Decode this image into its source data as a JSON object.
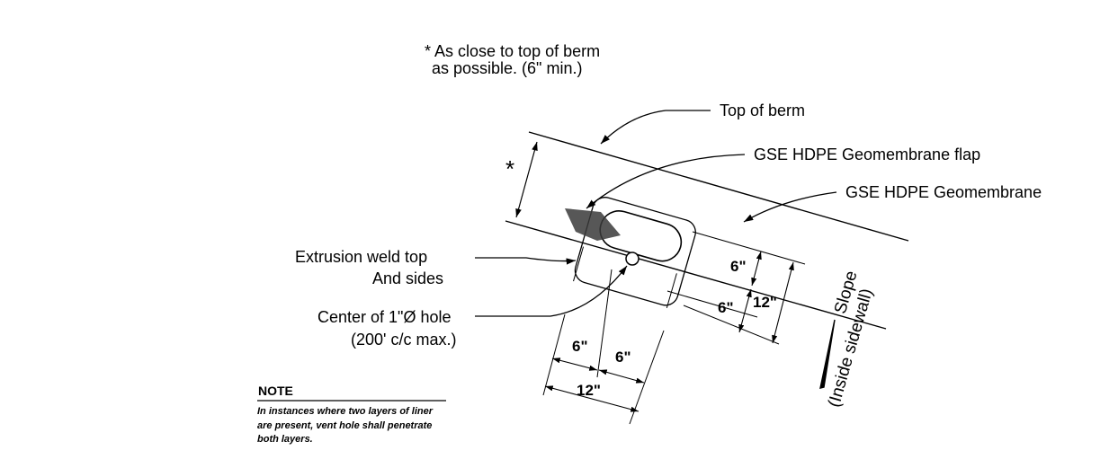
{
  "diagram": {
    "top_note": {
      "line1": "* As close to top of berm",
      "line2": "as possible. (6\" min.)"
    },
    "labels": {
      "top_of_berm": "Top of berm",
      "flap": "GSE HDPE Geomembrane flap",
      "geomembrane": "GSE HDPE Geomembrane",
      "extrusion_line1": "Extrusion weld top",
      "extrusion_line2": "And sides",
      "center_line1": "Center of 1\"Ø hole",
      "center_line2": "(200' c/c max.)",
      "asterisk": "*",
      "slope": "Slope",
      "inside_sidewall": "(Inside sidewall)"
    },
    "dimensions": {
      "right_upper_6": "6\"",
      "right_lower_6": "6\"",
      "right_12": "12\"",
      "bottom_left_6": "6\"",
      "bottom_right_6": "6\"",
      "bottom_12": "12\""
    },
    "note": {
      "title": "NOTE",
      "body": "In instances where two layers of liner are present, vent hole shall penetrate both layers."
    },
    "colors": {
      "ink": "#000000",
      "paper": "#ffffff",
      "flap_hatch": "#3a3a3a"
    }
  }
}
